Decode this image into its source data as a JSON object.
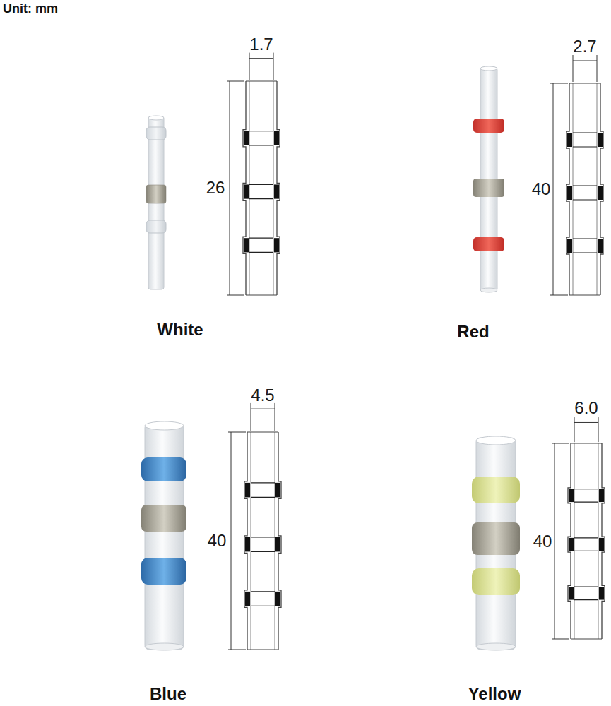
{
  "diagram": {
    "labels": [
      "Unit: mm",
      "1.7",
      "26",
      "White",
      "2.7",
      "40",
      "Red",
      "4.5",
      "40",
      "Blue",
      "6.0",
      "40",
      "Yellow"
    ]
  }
}
